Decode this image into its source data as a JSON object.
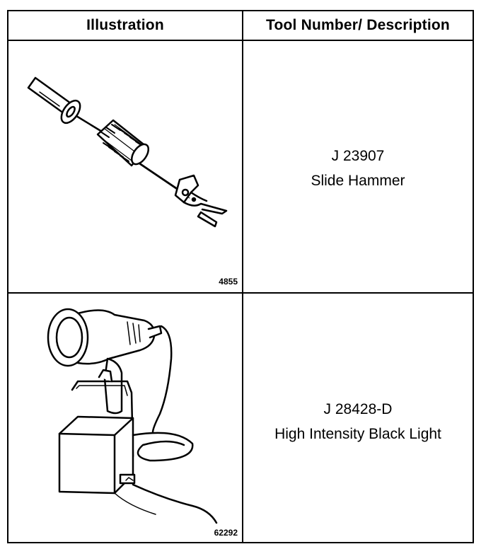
{
  "header": {
    "illustration": "Illustration",
    "tool_number_description": "Tool Number/ Description"
  },
  "rows": [
    {
      "tool_number": "J 23907",
      "description": "Slide Hammer",
      "figure_number": "4855",
      "icon": "slide-hammer-icon"
    },
    {
      "tool_number": "J 28428-D",
      "description": "High Intensity Black Light",
      "figure_number": "62292",
      "icon": "black-light-icon"
    }
  ]
}
